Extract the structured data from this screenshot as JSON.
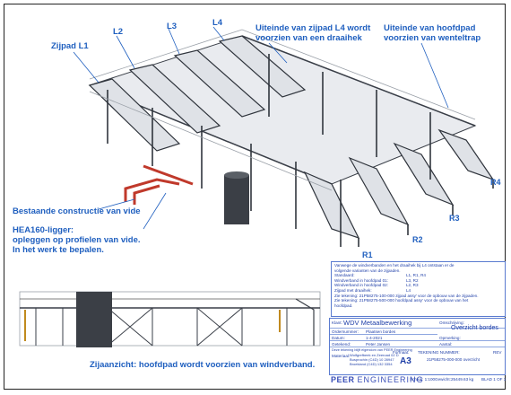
{
  "callouts": {
    "zijpad_l1": "Zijpad L1",
    "l2": "L2",
    "l3": "L3",
    "l4": "L4",
    "uiteinde_l4_line1": "Uiteinde van zijpad L4 wordt",
    "uiteinde_l4_line2": "voorzien van een draaihek",
    "uiteinde_hoofdpad_line1": "Uiteinde van hoofdpad",
    "uiteinde_hoofdpad_line2": "voorzien van wenteltrap",
    "bestaande": "Bestaande constructie van vide",
    "hea_line1": "HEA160-ligger:",
    "hea_line2": "opleggen op profielen van vide.",
    "hea_line3": "In het werk te bepalen.",
    "r1": "R1",
    "r2": "R2",
    "r3": "R3",
    "r4": "R4",
    "zijaanzicht": "Zijaanzicht: hoofdpad wordt voorzien van windverband."
  },
  "notes": {
    "line1": "Vanwege de windverbanden en het draaihek bij L4 ontstaan er de",
    "line2": "volgende varianten van de zijpaden.",
    "rows": [
      {
        "label": "Standaard:",
        "value": "L1, R1, R4"
      },
      {
        "label": "Windverband in hoofdpad 01:",
        "value": "L3, R2"
      },
      {
        "label": "Windverband in hoofdpad 02:",
        "value": "L2, R3"
      },
      {
        "label": "Zijpad met draaihek:",
        "value": "L4"
      }
    ],
    "line3": "Zie tekening: 21P58275-100-000 zijpad assy' voor de opbouw van de zijpaden.",
    "line4": "Zie tekening: 21P58275-500-000 hoofdpad assy' voor de opbouw van het",
    "line5": "hoofdpad."
  },
  "titleblock": {
    "klant_label": "Klant:",
    "klant_value": "WDV Metaalbewerking",
    "omschrijving_label": "Omschrijving:",
    "omschrijving_value": "Overzicht bordes",
    "order_label": "Ordernummer:",
    "order_value": "Plaatsen bordes",
    "datum_label": "Datum:",
    "datum_value": "1-4-2021",
    "opmerking_label": "Opmerking:",
    "getekend_label": "Getekend:",
    "getekend_value": "Peter Jansen",
    "aantal_label": "Aantal:",
    "disclaimer": "Deze tekening blijft eigendom van PEER Engineering",
    "materiaal_label": "Materiaal:",
    "address1": "Wolfgrefbeek en Zeeroad 02 D",
    "address2": "Busprochin (C4D) 10 28947",
    "address3": "Broekland (C4D) 132 3354",
    "formaat_label": "Formaat:",
    "formaat_value": "A3",
    "tekening_label": "TEKENING NUMMER:",
    "tekening_value": "21P58275-000-000 overzicht",
    "rev_label": "REV",
    "schaal_label": "Schaal: 1:100",
    "gewicht_label": "Gewicht:",
    "gewicht_value": "25449.63 kg",
    "blad_value": "BLAD 1 OF 1",
    "logo_a": "PEER",
    "logo_b": "ENGINEERING"
  },
  "colors": {
    "accent_blue": "#1f5fbf",
    "steel_dark": "#3a3f48",
    "existing_red": "#c0392b"
  }
}
